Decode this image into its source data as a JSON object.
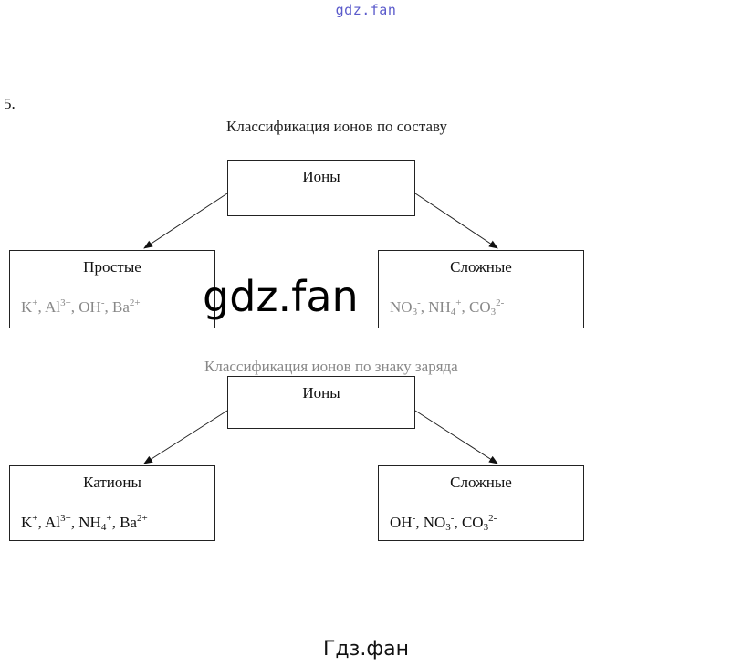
{
  "watermark_top": "gdz.fan",
  "watermark_middle": "gdz.fan",
  "watermark_bottom": "Гдз.фан",
  "task_number": "5.",
  "diagram1": {
    "title": "Классификация ионов по составу",
    "root": "Ионы",
    "left": {
      "label": "Простые",
      "ions": [
        {
          "base": "K",
          "sup": "+",
          "sub": ""
        },
        {
          "base": "Al",
          "sup": "3+",
          "sub": ""
        },
        {
          "base": "OH",
          "sup": "-",
          "sub": ""
        },
        {
          "base": "Ba",
          "sup": "2+",
          "sub": ""
        }
      ]
    },
    "right": {
      "label": "Сложные",
      "ions": [
        {
          "base": "NO",
          "sub": "3",
          "sup": "-"
        },
        {
          "base": "NH",
          "sub": "4",
          "sup": "+"
        },
        {
          "base": "CO",
          "sub": "3",
          "sup": "2-"
        }
      ]
    }
  },
  "diagram2": {
    "title": "Классификация ионов по знаку заряда",
    "root": "Ионы",
    "left": {
      "label": "Катионы",
      "ions": [
        {
          "base": "K",
          "sup": "+",
          "sub": ""
        },
        {
          "base": "Al",
          "sup": "3+",
          "sub": ""
        },
        {
          "base": "NH",
          "sub": "4",
          "sup": "+"
        },
        {
          "base": "Ba",
          "sup": "2+",
          "sub": ""
        }
      ]
    },
    "right": {
      "label": "Сложные",
      "ions": [
        {
          "base": "OH",
          "sup": "-",
          "sub": ""
        },
        {
          "base": "NO",
          "sub": "3",
          "sup": "-"
        },
        {
          "base": "CO",
          "sub": "3",
          "sup": "2-"
        }
      ]
    }
  }
}
